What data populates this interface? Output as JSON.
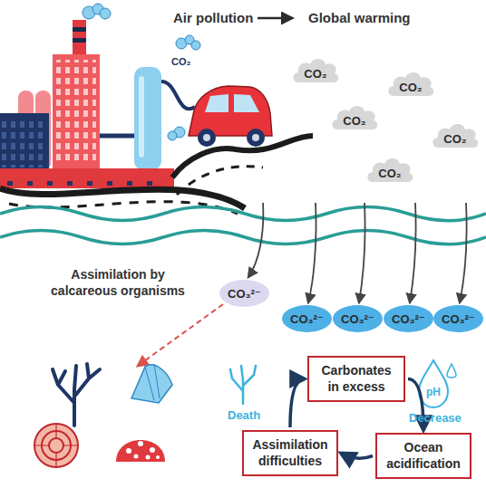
{
  "diagram": {
    "nodes": [
      {
        "text": [
          "CO₂"
        ]
      },
      {
        "text": [
          "CO₂"
        ]
      },
      {
        "text": [
          "CO₂"
        ]
      },
      {
        "text": [
          "CO₂"
        ]
      },
      {
        "text": [
          "CO₂"
        ]
      },
      {
        "text": [
          "CO₃²⁻"
        ]
      },
      {
        "text": [
          "CO₃²⁻"
        ]
      },
      {
        "text": [
          "CO₃²⁻"
        ]
      },
      {
        "text": [
          "CO₃²⁻"
        ]
      },
      {
        "text": [
          "CO₃²⁻"
        ]
      },
      {
        "text": [
          "Carbonates in excess"
        ]
      },
      {
        "text": [
          "Assimilation difficulties"
        ]
      },
      {
        "text": [
          "Ocean acidification"
        ]
      }
    ],
    "edges": [
      {
        "from": 10,
        "to": 12,
        "arrow": "to"
      },
      {
        "from": 12,
        "to": 11,
        "arrow": "to"
      },
      {
        "from": 11,
        "to": 10,
        "arrow": "to"
      }
    ],
    "labels": [
      "Air pollution",
      "Global warming",
      "CO₂",
      "Assimilation by calcareous organisms",
      "Death",
      "pH",
      "Decrease"
    ]
  }
}
